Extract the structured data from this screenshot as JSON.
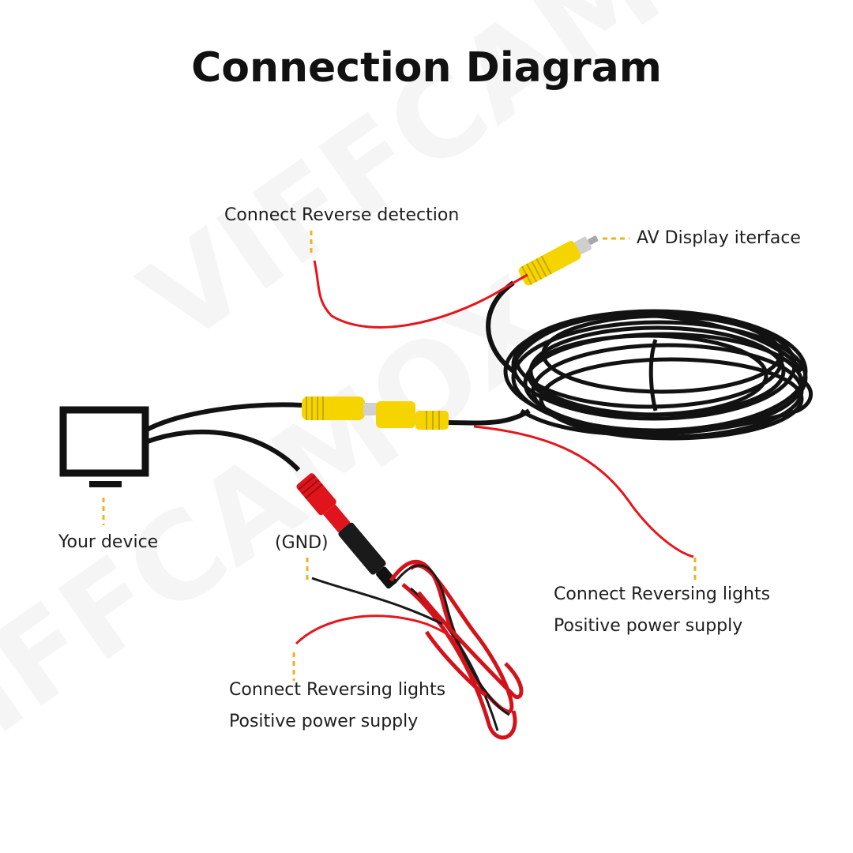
{
  "title": "Connection Diagram",
  "labels": {
    "reverse_detection": "Connect Reverse detection",
    "av_display": "AV Display iterface",
    "your_device": "Your device",
    "gnd": "(GND)",
    "reversing_lights_right_1": "Connect Reversing lights",
    "reversing_lights_right_2": "Positive power supply",
    "reversing_lights_bottom_1": "Connect Reversing lights",
    "reversing_lights_bottom_2": "Positive power supply"
  },
  "watermark": "VIFFCAMOX",
  "colors": {
    "accent": "#f2b01e",
    "rca_yellow": "#f5d400",
    "wire_red": "#e8141c",
    "cable_black": "#121212",
    "text": "#1e1e1e",
    "watermark": "#f4f4f4"
  }
}
